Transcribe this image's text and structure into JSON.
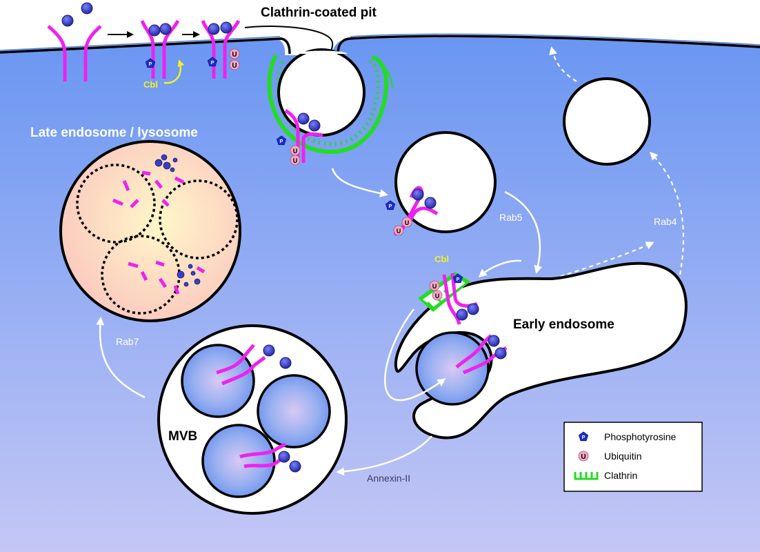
{
  "labels": {
    "pit": "Clathrin-coated pit",
    "late": "Late endosome / lysosome",
    "early": "Early endosome",
    "mvb": "MVB",
    "cbl_top": "Cbl",
    "cbl_early": "Cbl",
    "rab5": "Rab5",
    "rab4": "Rab4",
    "rab7": "Rab7",
    "annexin": "Annexin-II"
  },
  "legend": {
    "items": [
      {
        "label": "Phosphotyrosine",
        "icon": "phosphotyrosine-icon"
      },
      {
        "label": "Ubiquitin",
        "icon": "ubiquitin-icon"
      },
      {
        "label": "Clathrin",
        "icon": "clathrin-icon"
      }
    ]
  },
  "markers": {
    "phospho": "P",
    "ubiquitin": "U"
  },
  "colors": {
    "cytoplasm_top": "#6a96f2",
    "cytoplasm_bottom": "#c4c7f5",
    "receptor": "#ee22ee",
    "ligand": "#3a3fc4",
    "clathrin": "#22dd22",
    "cbl": "#f2ef2a",
    "phospho": "#1c2fd8",
    "ubiquitin": "#f4a6c4",
    "lysosome_fill": "#fbd2c4",
    "vesicle_inner": "#7c9ef0"
  }
}
